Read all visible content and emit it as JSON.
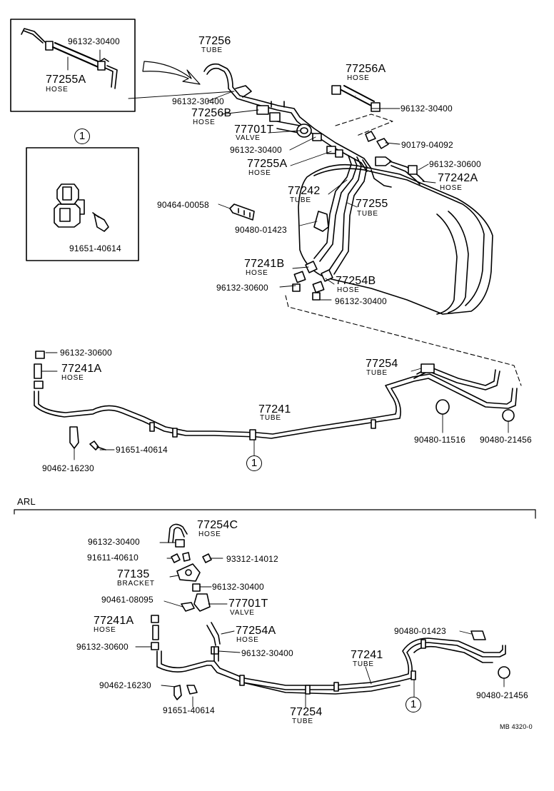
{
  "labels": {
    "p96132_30400_a": "96132-30400",
    "p77255A_a": "77255A",
    "hose_a": "HOSE",
    "ref1_a": "1",
    "p91651_40614_a": "91651-40614",
    "p77256": "77256",
    "tube_77256": "TUBE",
    "p77256A": "77256A",
    "hose_77256A": "HOSE",
    "p96132_30400_b": "96132-30400",
    "p96132_30400_c": "96132-30400",
    "p77256B": "77256B",
    "hose_77256B": "HOSE",
    "p77701T_a": "77701T",
    "valve_a": "VALVE",
    "p96132_30400_d": "96132-30400",
    "p90179_04092": "90179-04092",
    "p77255A_b": "77255A",
    "hose_b": "HOSE",
    "p96132_30600_a": "96132-30600",
    "p77242A": "77242A",
    "hose_77242A": "HOSE",
    "p77242": "77242",
    "tube_77242": "TUBE",
    "p77255": "77255",
    "tube_77255": "TUBE",
    "p90464_00058": "90464-00058",
    "p90480_01423_a": "90480-01423",
    "p77241B": "77241B",
    "hose_77241B": "HOSE",
    "p77254B": "77254B",
    "hose_77254B": "HOSE",
    "p96132_30600_b": "96132-30600",
    "p96132_30400_e": "96132-30400",
    "p96132_30600_c": "96132-30600",
    "p77241A_a": "77241A",
    "hose_77241A_a": "HOSE",
    "p77254": "77254",
    "tube_77254": "TUBE",
    "p77241_a": "77241",
    "tube_77241_a": "TUBE",
    "p91651_40614_b": "91651-40614",
    "p90462_16230_a": "90462-16230",
    "ref1_b": "1",
    "p90480_11516": "90480-11516",
    "p90480_21456_a": "90480-21456",
    "arl": "ARL",
    "p77254C": "77254C",
    "hose_77254C": "HOSE",
    "p96132_30400_f": "96132-30400",
    "p91611_40610": "91611-40610",
    "p93312_14012": "93312-14012",
    "p77135": "77135",
    "bracket": "BRACKET",
    "p96132_30400_g": "96132-30400",
    "p90461_08095": "90461-08095",
    "p77701T_b": "77701T",
    "valve_b": "VALVE",
    "p77241A_b": "77241A",
    "hose_77241A_b": "HOSE",
    "p77254A": "77254A",
    "hose_77254A": "HOSE",
    "p96132_30600_d": "96132-30600",
    "p96132_30400_h": "96132-30400",
    "p90480_01423_b": "90480-01423",
    "p77241_b": "77241",
    "tube_77241_b": "TUBE",
    "p90462_16230_b": "90462-16230",
    "ref1_c": "1",
    "p90480_21456_b": "90480-21456",
    "p91651_40614_c": "91651-40614",
    "p77254_b": "77254",
    "tube_77254_b": "TUBE",
    "ref_code": "MB 4320-0"
  }
}
